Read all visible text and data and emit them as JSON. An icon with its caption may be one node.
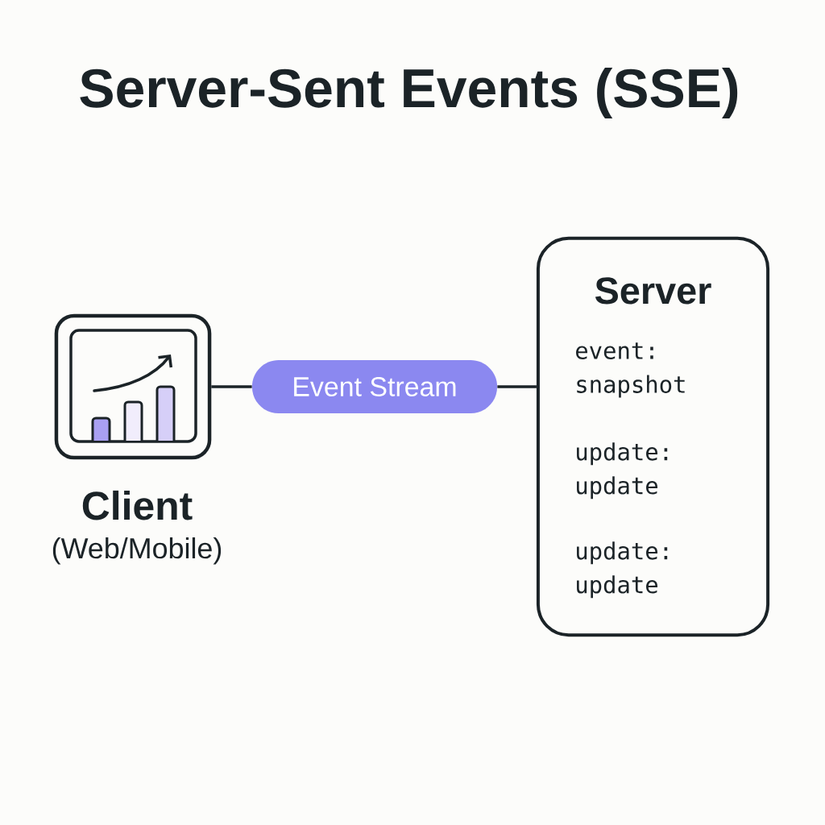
{
  "diagram": {
    "title": "Server-Sent Events (SSE)",
    "nodes": [
      {
        "text": [],
        "shape": "picture",
        "beside": [
          "Client",
          "(Web/Mobile)"
        ]
      },
      {
        "text": [
          "Event Stream"
        ]
      },
      {
        "text": [
          "Server",
          "event: snapshot",
          "update: update",
          "update: update"
        ]
      }
    ],
    "edges": [
      {
        "from": 0,
        "to": 1,
        "arrow": "none"
      },
      {
        "from": 1,
        "to": 2,
        "arrow": "none"
      }
    ]
  }
}
